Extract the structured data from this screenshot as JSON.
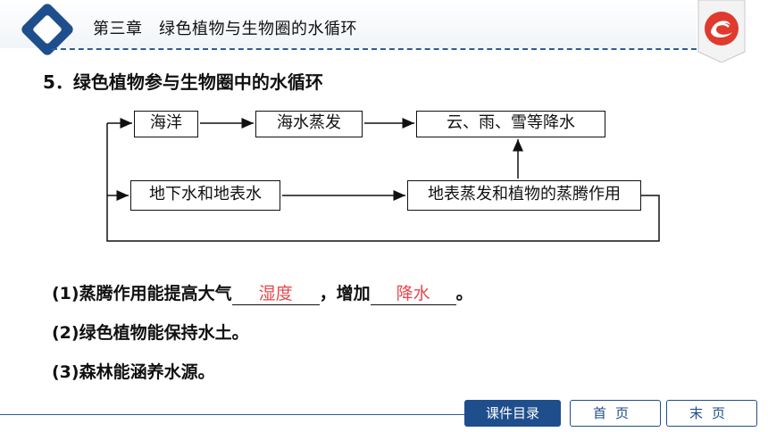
{
  "header": {
    "title": "第三章　绿色植物与生物圈的水循环"
  },
  "section": {
    "title": "5．绿色植物参与生物圈中的水循环"
  },
  "diagram": {
    "nodes": {
      "ocean": "海洋",
      "sea_evaporation": "海水蒸发",
      "precipitation": "云、雨、雪等降水",
      "groundwater": "地下水和地表水",
      "transpiration": "地表蒸发和植物的蒸腾作用"
    }
  },
  "questions": {
    "q1_prefix": "(1)蒸腾作用能提高大气",
    "q1_answer1": "湿度",
    "q1_middle": "，增加",
    "q1_answer2": "降水",
    "q1_suffix": "。",
    "q2": "(2)绿色植物能保持水土。",
    "q3": "(3)森林能涵养水源。"
  },
  "nav": {
    "catalog": "课件目录",
    "first": "首页",
    "last": "末页"
  },
  "colors": {
    "primary": "#1f4e8c",
    "answer": "#e8474c"
  }
}
